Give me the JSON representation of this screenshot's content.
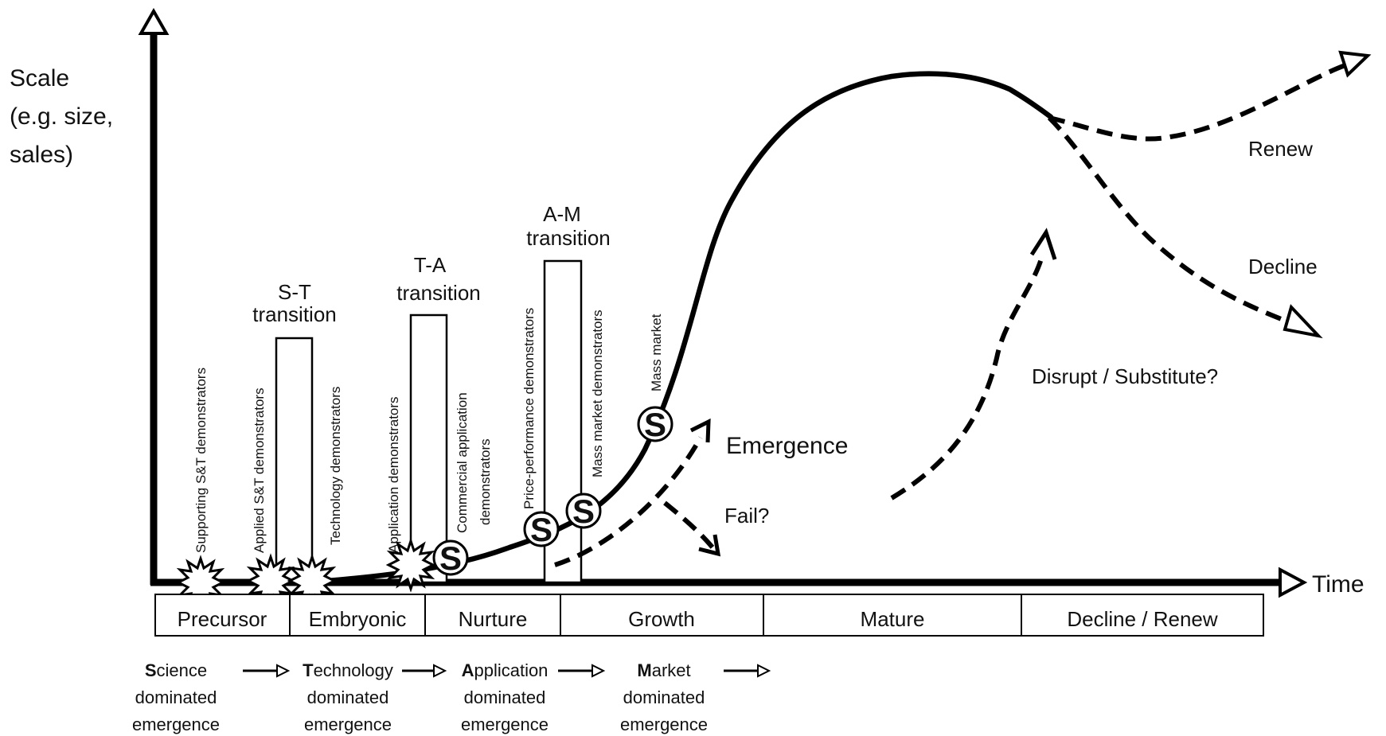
{
  "axes": {
    "y_label": [
      "Scale",
      "(e.g. size,",
      "sales)"
    ],
    "x_label": "Time"
  },
  "phases": [
    "Precursor",
    "Embryonic",
    "Nurture",
    "Growth",
    "Mature",
    "Decline / Renew"
  ],
  "transitions": {
    "st": [
      "S-T",
      "transition"
    ],
    "ta": [
      "T-A",
      "transition"
    ],
    "am": [
      "A-M",
      "transition"
    ]
  },
  "vertical_labels": {
    "supporting": "Supporting S&T demonstrators",
    "applied": "Applied S&T demonstrators",
    "technology": "Technology demonstrators",
    "application": "Application demonstrators",
    "commercial": [
      "Commercial application",
      "demonstrators"
    ],
    "price_performance": "Price-performance demonstrators",
    "mass_market_demo": "Mass market demonstrators",
    "mass_market": "Mass market"
  },
  "outcomes": {
    "emergence": "Emergence",
    "fail": "Fail?",
    "renew": "Renew",
    "decline": "Decline",
    "disrupt": "Disrupt / Substitute?"
  },
  "dominated": {
    "science": {
      "initial": "S",
      "rest": "cience",
      "line2": "dominated",
      "line3": "emergence"
    },
    "technology": {
      "initial": "T",
      "rest": "echnology",
      "line2": "dominated",
      "line3": "emergence"
    },
    "application": {
      "initial": "A",
      "rest": "pplication",
      "line2": "dominated",
      "line3": "emergence"
    },
    "market": {
      "initial": "M",
      "rest": "arket",
      "line2": "dominated",
      "line3": "emergence"
    }
  },
  "symbols": {
    "s_marker": "S"
  }
}
